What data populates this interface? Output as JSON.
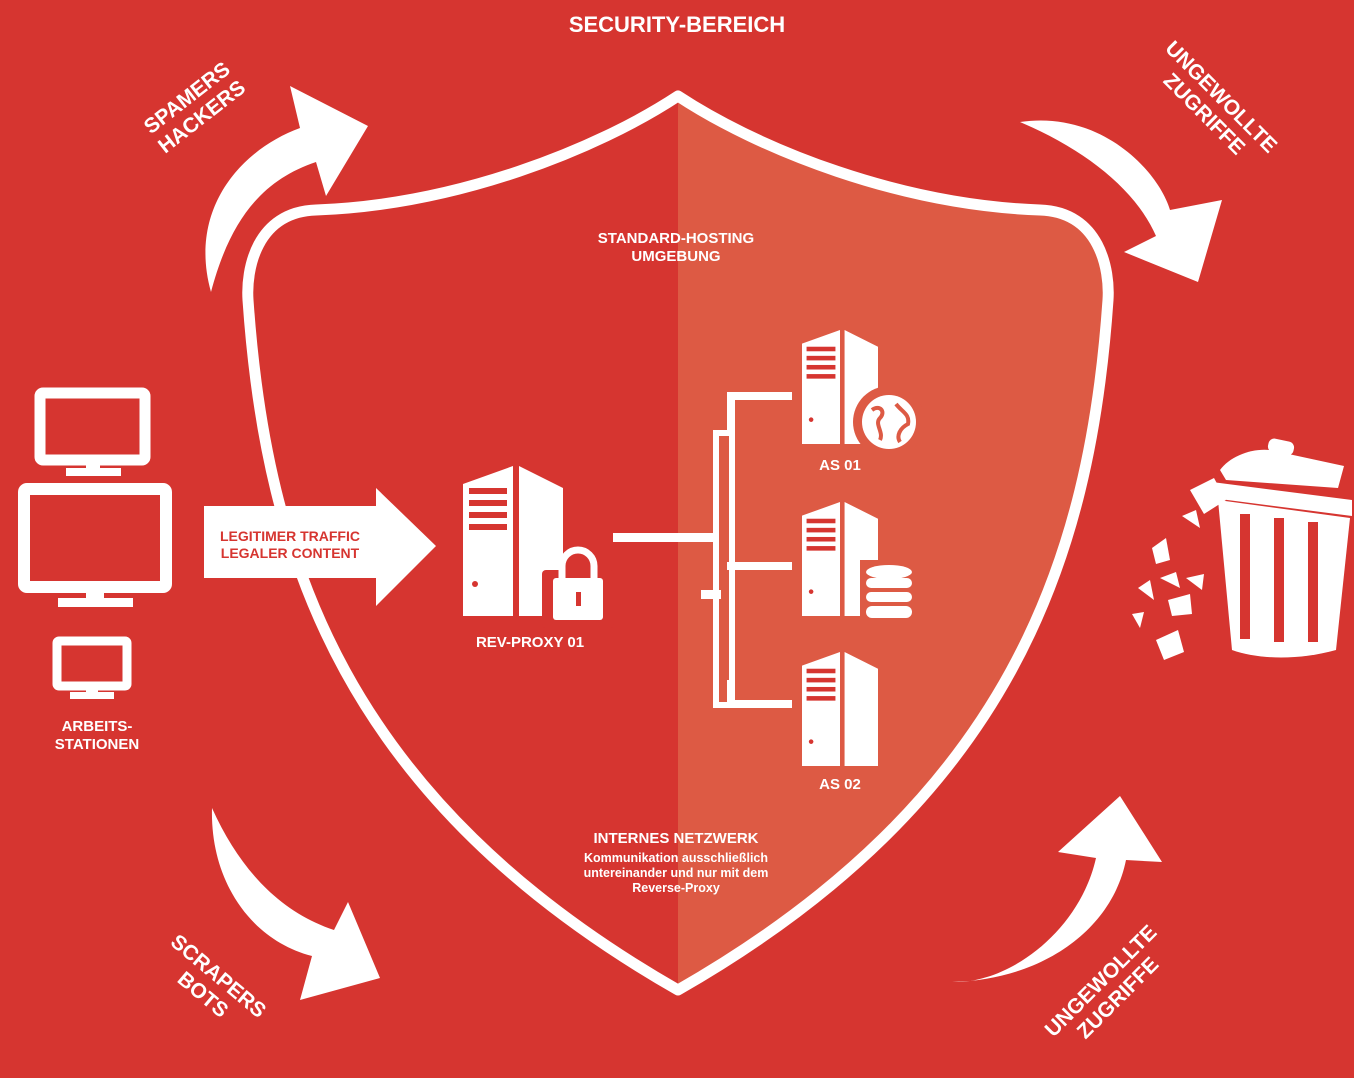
{
  "title": "SECURITY-BEREICH",
  "colors": {
    "background": "#d63530",
    "shield_right": "#dd5a44",
    "foreground": "#ffffff"
  },
  "shield": {
    "top_label": [
      "STANDARD-HOSTING",
      "UMGEBUNG"
    ],
    "bottom_title": "INTERNES NETZWERK",
    "bottom_text": [
      "Kommunikation ausschließlich",
      "untereinander und nur mit dem",
      "Reverse-Proxy"
    ]
  },
  "workstations": {
    "label": [
      "ARBEITS-",
      "STATIONEN"
    ],
    "icon": "monitor-icon"
  },
  "traffic_arrow": {
    "label": [
      "LEGITIMER TRAFFIC",
      "LEGALER CONTENT"
    ]
  },
  "proxy": {
    "label": "REV-PROXY 01",
    "icon": "server-lock-icon"
  },
  "servers": [
    {
      "label": "AS 01",
      "icon": "server-globe-icon"
    },
    {
      "label": "",
      "icon": "server-database-icon"
    },
    {
      "label": "AS 02",
      "icon": "server-icon"
    }
  ],
  "threats": {
    "top_left": [
      "SPAMERS",
      "HACKERS"
    ],
    "bottom_left": [
      "SCRAPERS",
      "BOTS"
    ],
    "top_right": [
      "UNGEWOLLTE",
      "ZUGRIFFE"
    ],
    "bottom_right": [
      "UNGEWOLLTE",
      "ZUGRIFFE"
    ]
  },
  "trash": {
    "icon": "trash-bin-icon"
  }
}
